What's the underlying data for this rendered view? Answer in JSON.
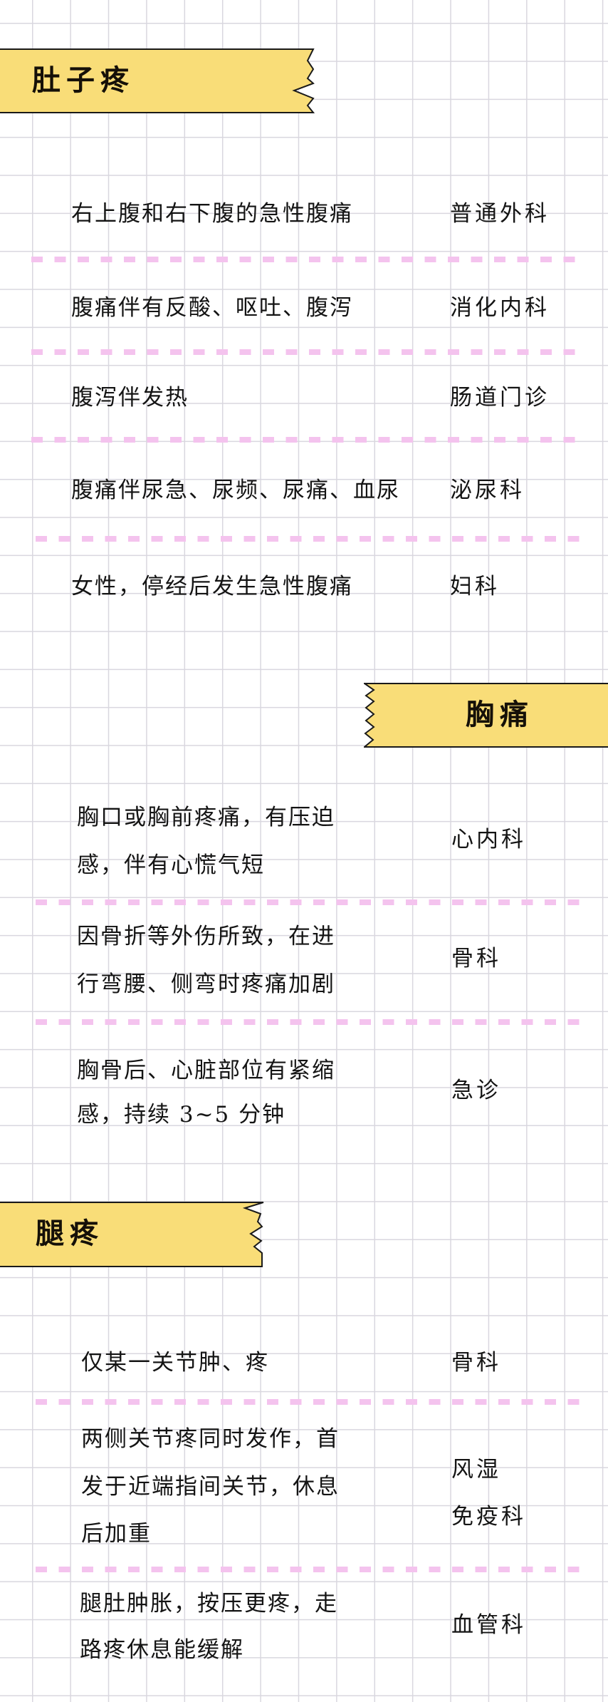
{
  "colors": {
    "banner_fill": "#f9dd78",
    "banner_stroke": "#1a1a1a",
    "divider": "#f4c3ee",
    "grid": "#d9d7df",
    "text": "#141414"
  },
  "sections": [
    {
      "title": "肚子疼",
      "rows": [
        {
          "symptom": [
            "右上腹和右下腹的急性腹痛"
          ],
          "department": [
            "普通外科"
          ]
        },
        {
          "symptom": [
            "腹痛伴有反酸、呕吐、腹泻"
          ],
          "department": [
            "消化内科"
          ]
        },
        {
          "symptom": [
            "腹泻伴发热"
          ],
          "department": [
            "肠道门诊"
          ]
        },
        {
          "symptom": [
            "腹痛伴尿急、尿频、尿痛、血尿"
          ],
          "department": [
            "泌尿科"
          ]
        },
        {
          "symptom": [
            "女性，停经后发生急性腹痛"
          ],
          "department": [
            "妇科"
          ]
        }
      ]
    },
    {
      "title": "胸痛",
      "rows": [
        {
          "symptom": [
            "胸口或胸前疼痛，有压迫",
            "感，伴有心慌气短"
          ],
          "department": [
            "心内科"
          ]
        },
        {
          "symptom": [
            "因骨折等外伤所致，在进",
            "行弯腰、侧弯时疼痛加剧"
          ],
          "department": [
            "骨科"
          ]
        },
        {
          "symptom": [
            "胸骨后、心脏部位有紧缩",
            "感，持续 3~5 分钟"
          ],
          "department": [
            "急诊"
          ]
        }
      ]
    },
    {
      "title": "腿疼",
      "rows": [
        {
          "symptom": [
            "仅某一关节肿、疼"
          ],
          "department": [
            "骨科"
          ]
        },
        {
          "symptom": [
            "两侧关节疼同时发作，首",
            "发于近端指间关节，休息",
            "后加重"
          ],
          "department": [
            "风湿",
            "免疫科"
          ]
        },
        {
          "symptom": [
            "腿肚肿胀，按压更疼，走",
            "路疼休息能缓解"
          ],
          "department": [
            "血管科"
          ]
        }
      ]
    }
  ]
}
